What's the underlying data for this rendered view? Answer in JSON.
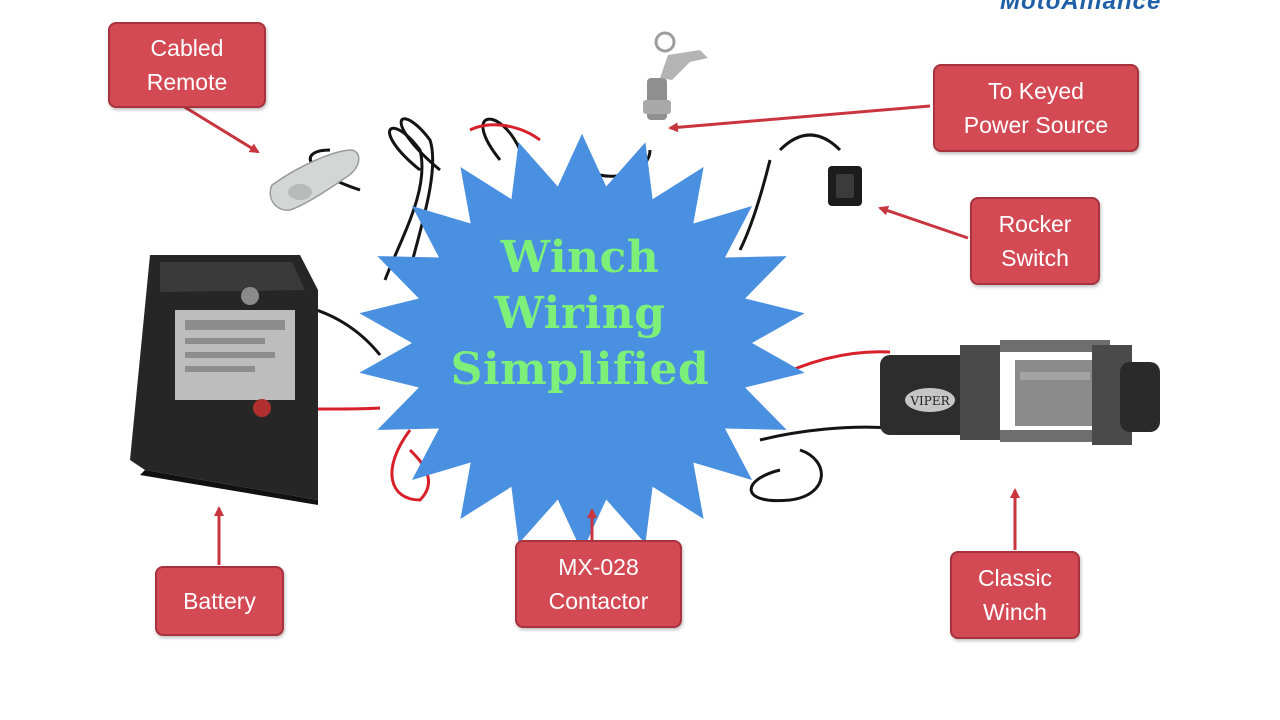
{
  "title": {
    "line1": "Winch",
    "line2": "Wiring",
    "line3": "Simplified"
  },
  "brand": "MotoAlliance",
  "labels": {
    "cabled_remote": {
      "line1": "Cabled",
      "line2": "Remote"
    },
    "keyed_power": {
      "line1": "To Keyed",
      "line2": "Power Source"
    },
    "rocker_switch": {
      "line1": "Rocker",
      "line2": "Switch"
    },
    "battery": {
      "line1": "Battery"
    },
    "contactor": {
      "line1": "MX-028",
      "line2": "Contactor"
    },
    "classic_winch": {
      "line1": "Classic",
      "line2": "Winch"
    }
  },
  "winch_badge": "VIPER",
  "colors": {
    "callout_fill": "#d34a55",
    "starburst": "#4a90e0",
    "title_text": "#7df07a",
    "arrow": "#c8353f",
    "red_wire": "#d8202a",
    "black_wire": "#141414"
  }
}
